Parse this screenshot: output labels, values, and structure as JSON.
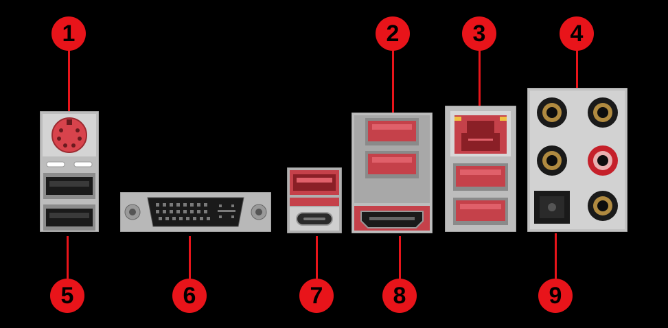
{
  "callouts": [
    {
      "label": "1"
    },
    {
      "label": "2"
    },
    {
      "label": "3"
    },
    {
      "label": "4"
    },
    {
      "label": "5"
    },
    {
      "label": "6"
    },
    {
      "label": "7"
    },
    {
      "label": "8"
    },
    {
      "label": "9"
    }
  ],
  "colors": {
    "background": "#000000",
    "callout": "#e8141a",
    "metal": "#c9c9c9",
    "port_red": "#d8434c",
    "port_dark": "#1a1a1a"
  }
}
